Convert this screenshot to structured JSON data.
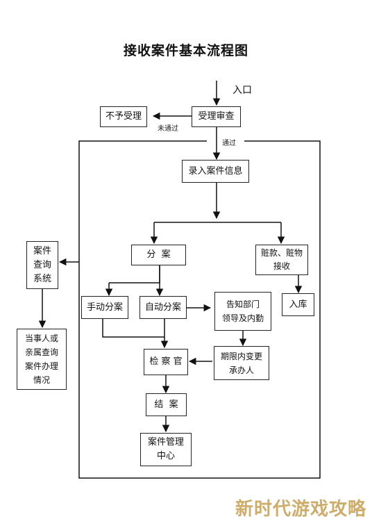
{
  "title": "接收案件基本流程图",
  "entry": "入口",
  "nodes": {
    "shouli": "受理审查",
    "buyu": "不予受理",
    "luru": "录入案件信息",
    "fenan": "分  案",
    "zangkuan": "赃款、赃物\n接收",
    "shoudong": "手动分案",
    "zidong": "自动分案",
    "gaozhi": "告知部门\n领导及内勤",
    "ruku": "入库",
    "jianchaguan": "检 察 官",
    "qixian": "期限内变更\n承办人",
    "jiean": "结  案",
    "guanli": "案件管理\n中心",
    "chaxun": "案件\n查询\n系统",
    "dangshiren": "当事人或\n亲属查询\n案件办理\n情况"
  },
  "edge_labels": {
    "weitongguo": "未通过",
    "tongguo": "通过"
  },
  "watermark": "新时代游戏攻略"
}
